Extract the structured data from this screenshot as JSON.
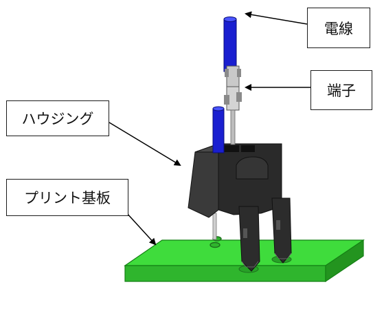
{
  "labels": {
    "wire": "電線",
    "terminal": "端子",
    "housing": "ハウジング",
    "pcb": "プリント基板"
  },
  "colors": {
    "wire_blue": "#1a1fd0",
    "housing_black": "#2b2b2b",
    "pcb_green": "#39d13a",
    "terminal_gray": "#9a9a9a"
  }
}
